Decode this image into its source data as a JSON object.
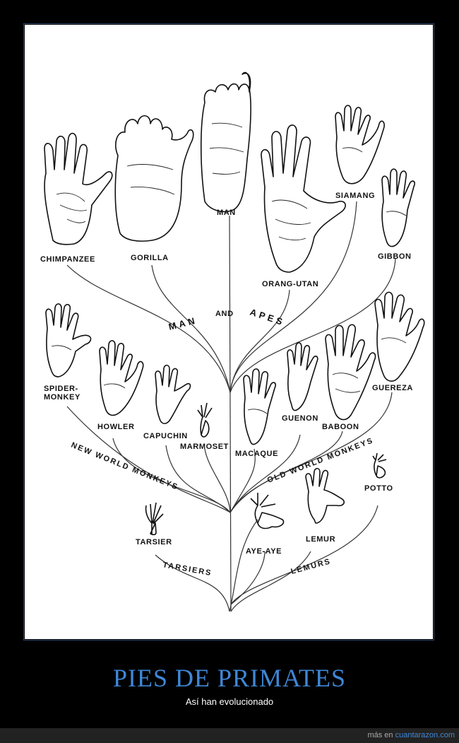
{
  "poster": {
    "group_labels": {
      "man_and_apes_1": "MAN",
      "man_and_apes_2": "AND",
      "man_and_apes_3": "APES",
      "new_world_monkeys": "NEW WORLD MONKEYS",
      "old_world_monkeys": "OLD WORLD MONKEYS",
      "tarsiers": "TARSIERS",
      "lemurs": "LEMURS"
    },
    "species": {
      "chimpanzee": "CHIMPANZEE",
      "gorilla": "GORILLA",
      "man": "MAN",
      "orang_utan": "ORANG-UTAN",
      "siamang": "SIAMANG",
      "gibbon": "GIBBON",
      "spider_monkey_1": "SPIDER-",
      "spider_monkey_2": "MONKEY",
      "howler": "HOWLER",
      "capuchin": "CAPUCHIN",
      "marmoset": "MARMOSET",
      "macaque": "MACAQUE",
      "guenon": "GUENON",
      "baboon": "BABOON",
      "guereza": "GUEREZA",
      "tarsier": "TARSIER",
      "aye_aye": "AYE-AYE",
      "lemur": "LEMUR",
      "potto": "POTTO"
    }
  },
  "caption": {
    "title": "PIES DE PRIMATES",
    "subtitle": "Así han evolucionado"
  },
  "footer": {
    "prefix": "más en ",
    "link": "cuantarazon.com"
  }
}
